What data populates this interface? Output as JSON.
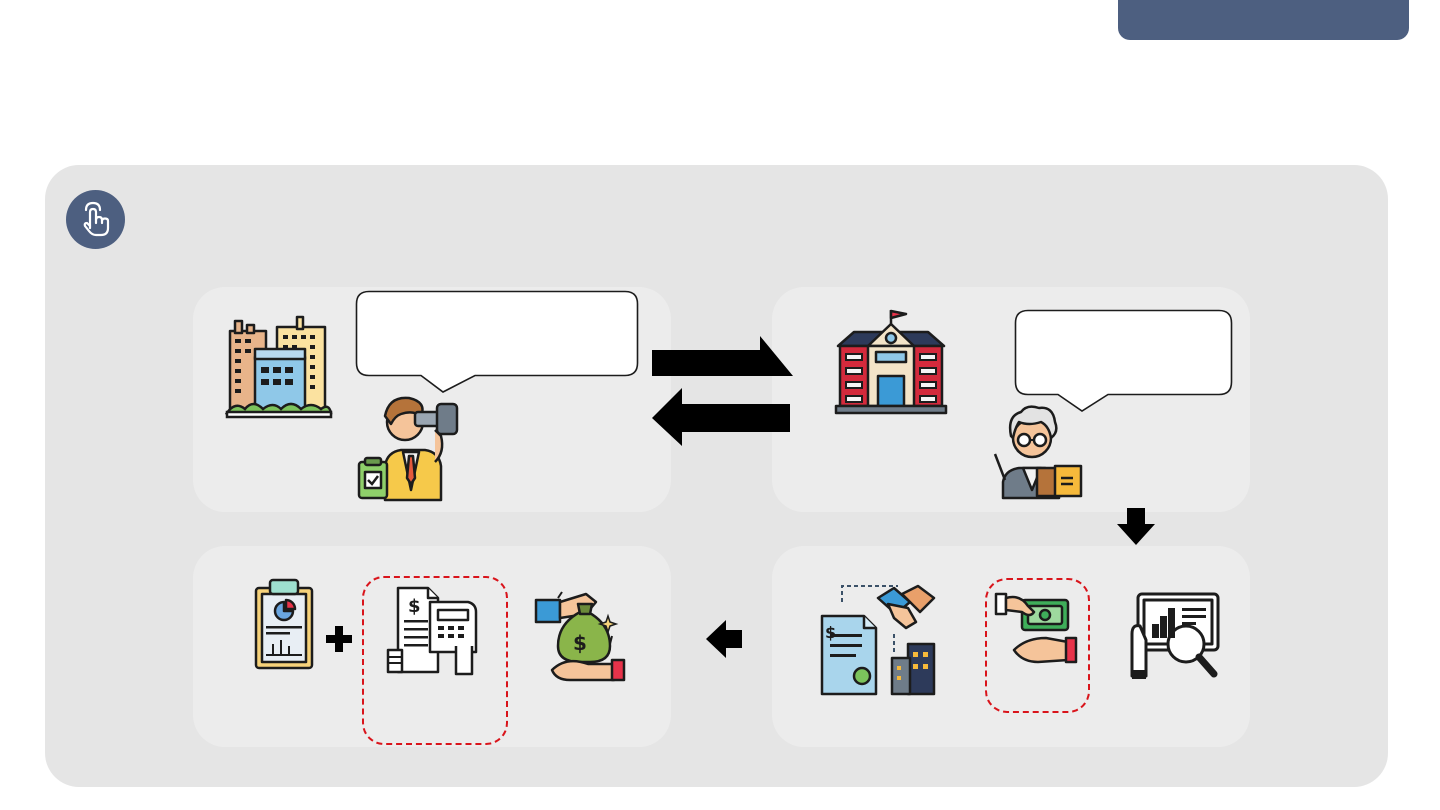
{
  "header_tab": {
    "color": "#4d5f80"
  },
  "panel": {
    "background": "#e5e5e5",
    "box_background": "#ececec"
  },
  "badge": {
    "icon": "touch-hand-icon",
    "color": "#4d5f80"
  },
  "nodes": [
    {
      "id": "company",
      "icons": [
        "city-buildings-icon",
        "explorer-binoculars-icon"
      ],
      "speech_bubble_text": ""
    },
    {
      "id": "school",
      "icons": [
        "school-building-icon",
        "teacher-icon"
      ],
      "speech_bubble_text": ""
    },
    {
      "id": "contract",
      "icons": [
        "contract-handshake-icon",
        "cash-payment-icon",
        "analytics-magnifier-icon"
      ],
      "highlighted": "cash-payment-icon"
    },
    {
      "id": "finance",
      "icons": [
        "report-clipboard-icon",
        "invoice-calculator-icon",
        "money-bag-hand-icon"
      ],
      "highlighted": "invoice-calculator-icon"
    }
  ],
  "connectors": [
    "exchange-arrows",
    "arrow-down",
    "arrow-left",
    "plus-sign"
  ],
  "colors": {
    "highlight_dash": "#d9141b",
    "arrow": "#000000"
  }
}
